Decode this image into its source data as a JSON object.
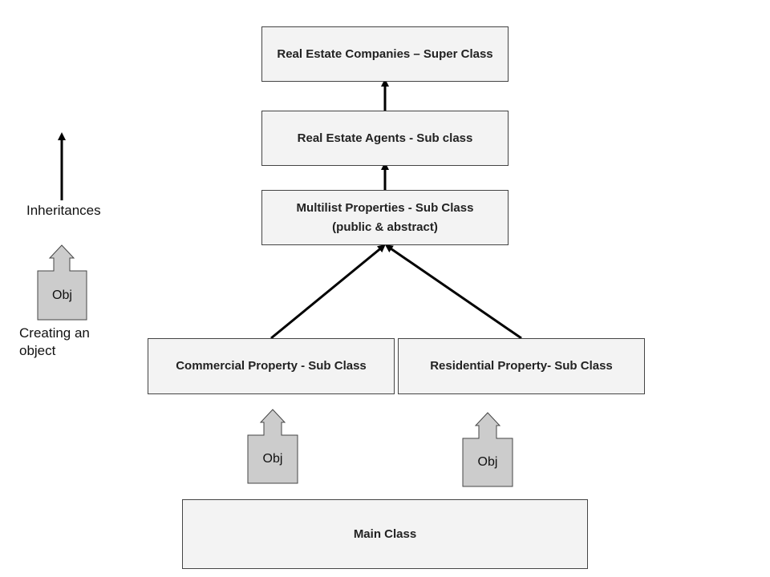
{
  "diagram": {
    "classes": {
      "super": {
        "label": "Real Estate Companies – Super Class"
      },
      "agents": {
        "label": "Real Estate Agents - Sub class"
      },
      "multilist": {
        "line1": "Multilist Properties - Sub Class",
        "line2": "(public & abstract)"
      },
      "commercial": {
        "label": "Commercial Property - Sub Class"
      },
      "residential": {
        "label": "Residential Property- Sub Class"
      },
      "main": {
        "label": "Main Class"
      }
    },
    "objects": {
      "legend": "Obj",
      "commercial": "Obj",
      "residential": "Obj"
    },
    "legend": {
      "inheritance_label": "Inheritances",
      "object_label_line1": "Creating an",
      "object_label_line2": "object"
    },
    "colors": {
      "box_fill": "#f3f3f3",
      "box_border": "#444444",
      "obj_fill": "#cccccc",
      "arrow": "#000000"
    }
  }
}
